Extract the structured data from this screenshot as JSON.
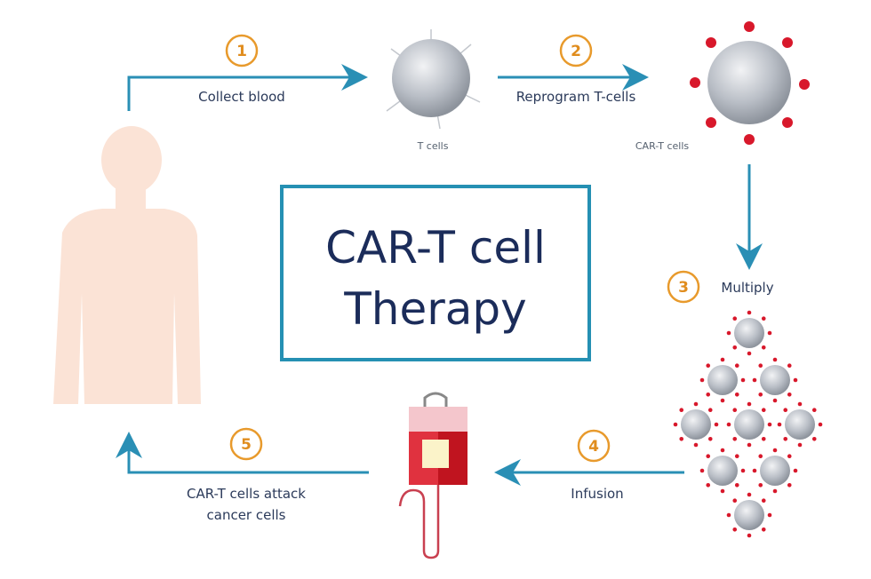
{
  "title_lines": [
    "CAR-T cell",
    "Therapy"
  ],
  "steps": [
    {
      "number": "1",
      "label": "Collect blood"
    },
    {
      "number": "2",
      "label": "Reprogram T-cells"
    },
    {
      "number": "3",
      "label": "Multiply"
    },
    {
      "number": "4",
      "label": "Infusion"
    },
    {
      "number": "5",
      "label_lines": [
        "CAR-T cells attack",
        "cancer cells"
      ]
    }
  ],
  "cell_labels": {
    "t_cells": "T cells",
    "car_t_cells": "CAR-T cells"
  },
  "colors": {
    "arrow": "#2a8fb5",
    "box_border": "#2590b3",
    "title": "#1b2c5a",
    "step_number": "#e08d1e",
    "receptor": "#d8182b",
    "body": "#fbe3d6"
  }
}
